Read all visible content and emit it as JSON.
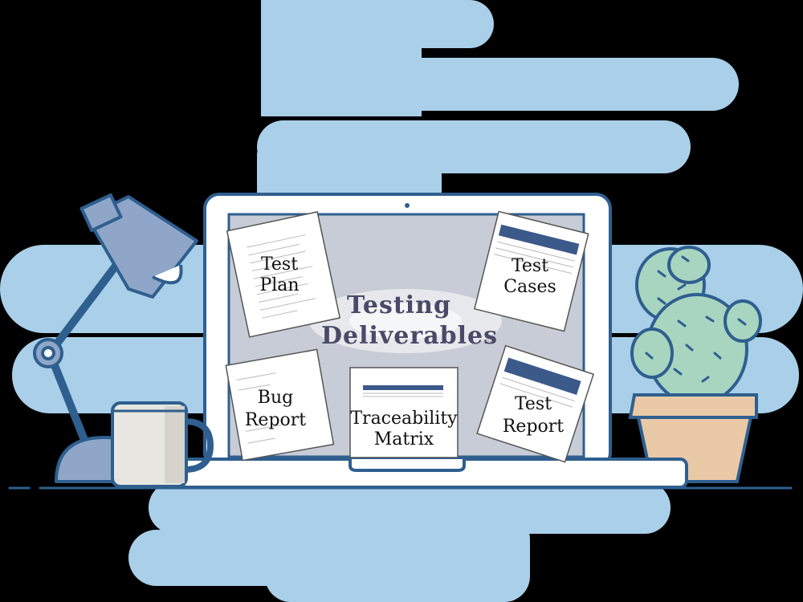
{
  "colors": {
    "background": "#000000",
    "cloud": "#a9cfe9",
    "outline": "#2f5f8f",
    "screen_bg": "#c8ccd6",
    "lamp": "#8fa6c8",
    "cactus": "#a8d5c0",
    "pot": "#e9c9a6",
    "mug": "#e8e6e0"
  },
  "screen": {
    "title_line1": "Testing",
    "title_line2": "Deliverables",
    "documents": [
      {
        "id": "test-plan",
        "line1": "Test",
        "line2": "Plan"
      },
      {
        "id": "test-cases",
        "line1": "Test",
        "line2": "Cases"
      },
      {
        "id": "bug-report",
        "line1": "Bug",
        "line2": "Report"
      },
      {
        "id": "traceability-matrix",
        "line1": "Traceability",
        "line2": "Matrix"
      },
      {
        "id": "test-report",
        "line1": "Test",
        "line2": "Report"
      }
    ]
  },
  "icons": {
    "lamp": "desk-lamp-icon",
    "mug": "coffee-mug-icon",
    "cactus": "cactus-plant-icon",
    "laptop": "laptop-icon"
  }
}
